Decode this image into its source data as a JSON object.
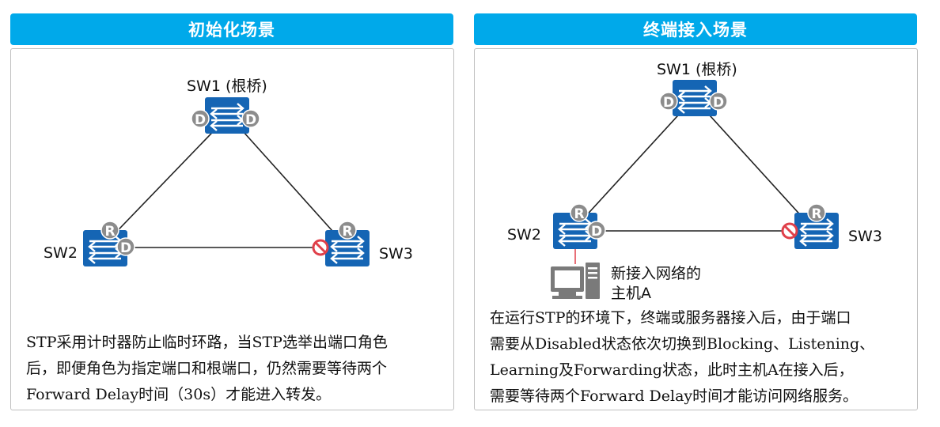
{
  "left": {
    "title": "初始化场景",
    "sw1_label": "SW1 (根桥)",
    "sw2_label": "SW2",
    "sw3_label": "SW3",
    "port_d": "D",
    "port_r": "R",
    "desc_lines": [
      "STP采用计时器防止临时环路，当STP选举出端口角色",
      "后，即便角色为指定端口和根端口，仍然需要等待两个",
      "Forward Delay时间（30s）才能进入转发。"
    ]
  },
  "right": {
    "title": "终端接入场景",
    "sw1_label": "SW1 (根桥)",
    "sw2_label": "SW2",
    "sw3_label": "SW3",
    "host_label_1": "新接入网络的",
    "host_label_2": "主机A",
    "desc_lines": [
      "在运行STP的环境下，终端或服务器接入后，由于端口",
      "需要从Disabled状态依次切换到Blocking、Listening、",
      "Learning及Forwarding状态，此时主机A在接入后，",
      "需要等待两个Forward Delay时间才能访问网络服务。"
    ]
  },
  "colors": {
    "header": "#00a9ea",
    "switch": "#1565b4",
    "port": "#8c8c8c",
    "blocked": "#e0404a"
  },
  "icons": {
    "switch": "switch-icon",
    "blocked": "blocked-port-icon",
    "host": "computer-icon"
  }
}
